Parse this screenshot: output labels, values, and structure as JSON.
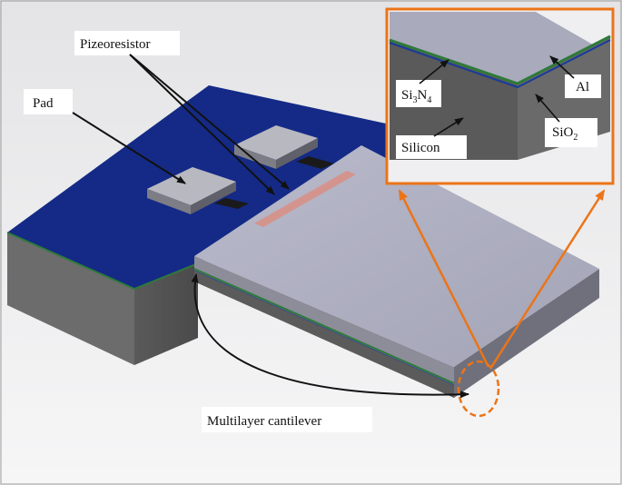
{
  "labels": {
    "pad": "Pad",
    "pizeoresistor": "Pizeoresistor",
    "multilayer_cantilever": "Multilayer cantilever",
    "silicon": "Silicon",
    "al": "Al",
    "si3n4": {
      "base1": "Si",
      "sub1": "3",
      "base2": "N",
      "sub2": "4"
    },
    "sio2": {
      "base": "SiO",
      "sub": "2"
    }
  },
  "colors": {
    "background_top": "#e4e4e6",
    "background_bottom": "#f6f6f7",
    "substrate_top": "#142a86",
    "substrate_side": "#555555",
    "cantilever_top": "#a9aabb",
    "cantilever_side": "#8e8f9b",
    "pad_top": "#b3b3bb",
    "resistor": "#d98e84",
    "oxide_layer": "#2e7a3a",
    "nitride_layer": "#1a3a9a",
    "callout_frame": "#ec7418",
    "arrow": "#111111"
  },
  "icons": [
    "arrow-icon"
  ]
}
